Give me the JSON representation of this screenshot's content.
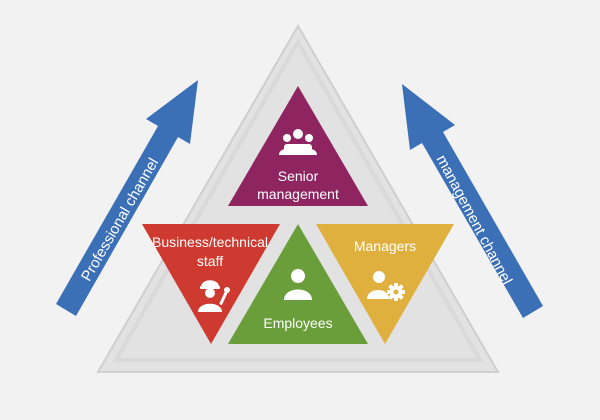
{
  "diagram": {
    "top_triangle": {
      "line1": "Senior",
      "line2": "management",
      "color": "#8e2460",
      "icon": "team-icon"
    },
    "left_triangle": {
      "line1": "Business/technical",
      "line2": "staff",
      "color": "#cf3a30",
      "icon": "engineer-icon"
    },
    "center_triangle": {
      "label": "Employees",
      "color": "#6a9e3a",
      "icon": "person-icon"
    },
    "right_triangle": {
      "label": "Managers",
      "color": "#e0b03e",
      "icon": "manager-gear-icon"
    },
    "outer_triangle": {
      "fill": "#e2e2e2",
      "stroke": "#cfcfcf"
    },
    "left_arrow": {
      "label": "Professional channel",
      "color": "#3b6fb6"
    },
    "right_arrow": {
      "label": "management channel",
      "color": "#3b6fb6"
    }
  }
}
